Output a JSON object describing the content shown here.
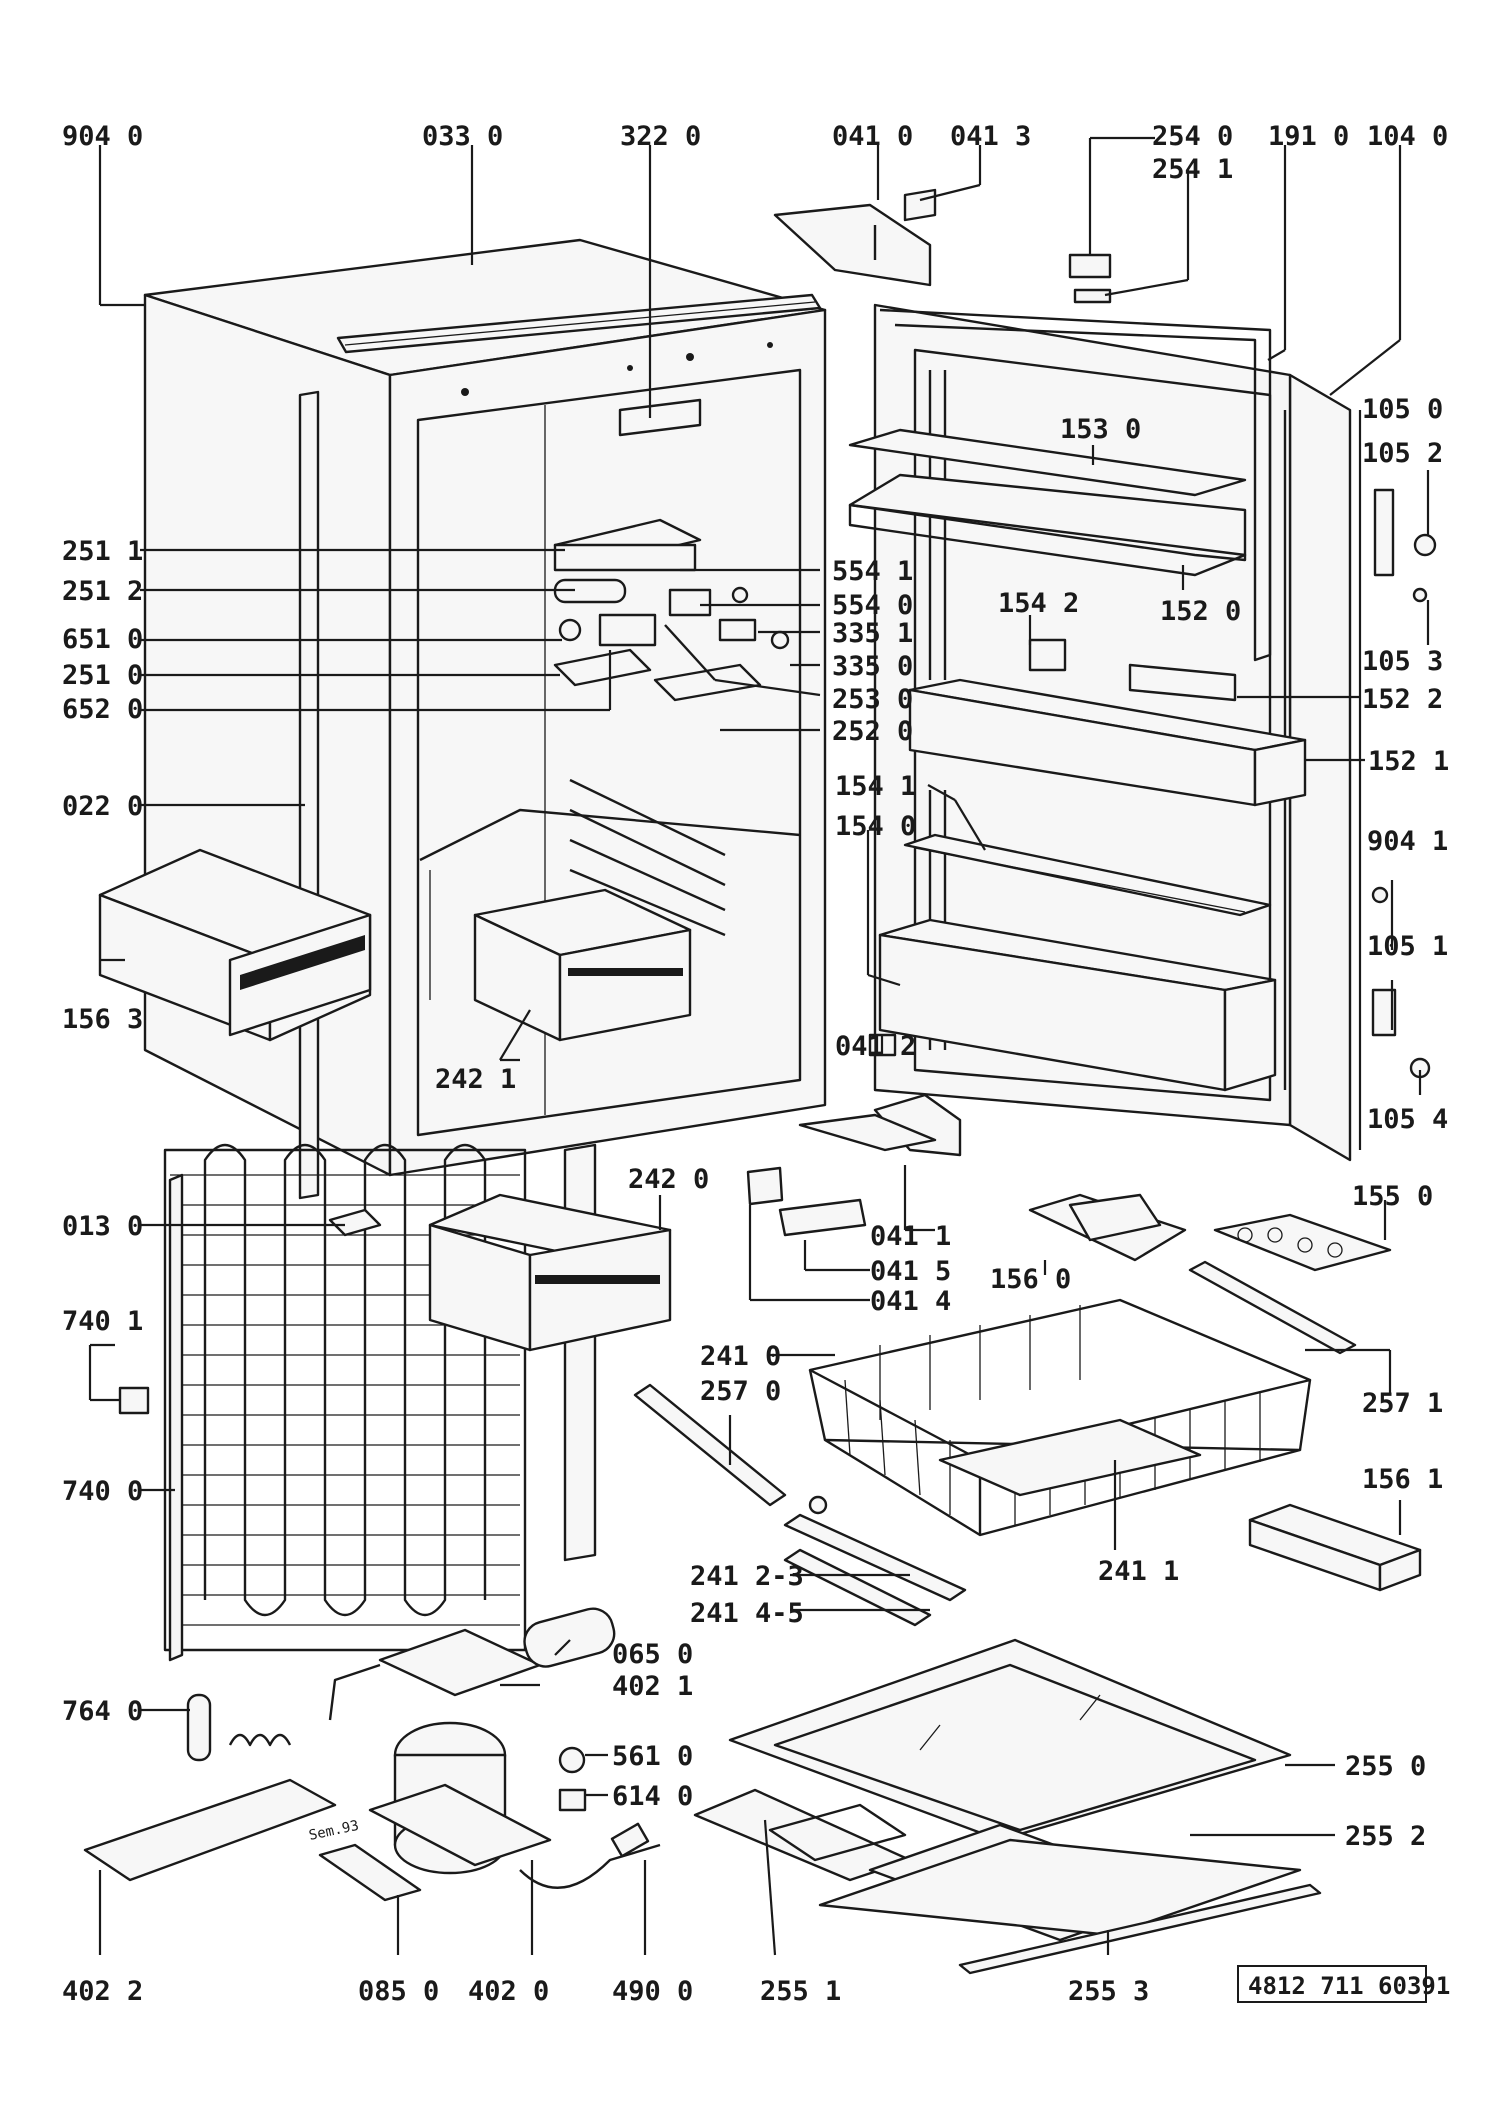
{
  "drawing": {
    "document_number": "4812 711 60391",
    "date_mark": "Sem.93"
  },
  "callouts": {
    "c9040": "904 0",
    "c0330": "033 0",
    "c3220": "322 0",
    "c0410": "041 0",
    "c0413": "041 3",
    "c2540": "254 0",
    "c2541": "254 1",
    "c1910": "191 0",
    "c1040": "104 0",
    "c1050": "105 0",
    "c1052": "105 2",
    "c1530": "153 0",
    "c2511": "251 1",
    "c5541": "554 1",
    "c2512": "251 2",
    "c5540": "554 0",
    "c6510": "651 0",
    "c3351": "335 1",
    "c2510": "251 0",
    "c3350": "335 0",
    "c6520": "652 0",
    "c2530": "253 0",
    "c2520": "252 0",
    "c1542": "154 2",
    "c1520": "152 0",
    "c1053": "105 3",
    "c1522": "152 2",
    "c1521": "152 1",
    "c0220": "022 0",
    "c1541": "154 1",
    "c1540": "154 0",
    "c9041": "904 1",
    "c1563": "156 3",
    "c1051": "105 1",
    "c2421": "242 1",
    "c0412": "041 2",
    "c1054": "105 4",
    "c2420": "242 0",
    "c0130": "013 0",
    "c0411": "041 1",
    "c1550": "155 0",
    "c0415": "041 5",
    "c1560": "156 0",
    "c0414": "041 4",
    "c7401": "740 1",
    "c2410": "241 0",
    "c2570": "257 0",
    "c2571": "257 1",
    "c7400": "740 0",
    "c1561": "156 1",
    "c2411": "241 1",
    "c24123": "241 2-3",
    "c24145": "241 4-5",
    "c0650": "065 0",
    "c4021": "402 1",
    "c7640": "764 0",
    "c5610": "561 0",
    "c2550": "255 0",
    "c6140": "614 0",
    "c2552": "255 2",
    "c4022": "402 2",
    "c0850": "085 0",
    "c4020": "402 0",
    "c4900": "490 0",
    "c2551": "255 1",
    "c2553": "255 3"
  }
}
